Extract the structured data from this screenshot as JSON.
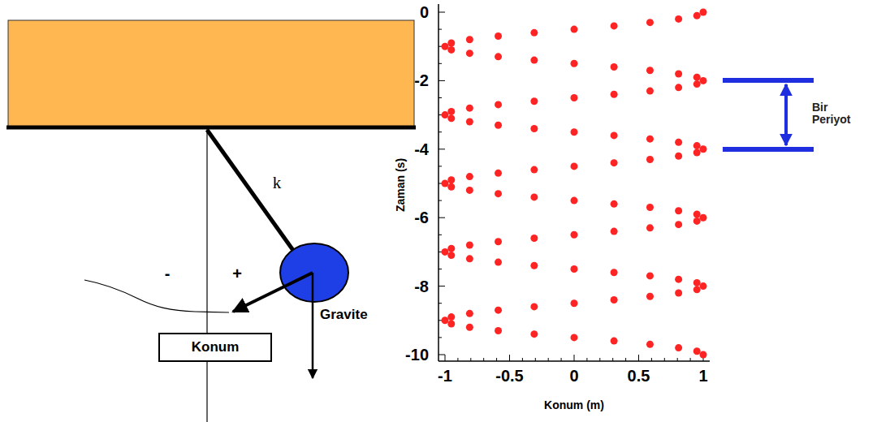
{
  "diagram": {
    "nodes": [
      {
        "text": [
          "Konum"
        ]
      }
    ],
    "labels": [
      "k",
      "-",
      "+",
      "Gravite",
      "0",
      "-2",
      "-4",
      "-6",
      "-8",
      "-10",
      "Zaman (s)",
      "-1",
      "-0.5",
      "0",
      "0.5",
      "1",
      "Konum (m)",
      "Bir Periyot"
    ]
  }
}
